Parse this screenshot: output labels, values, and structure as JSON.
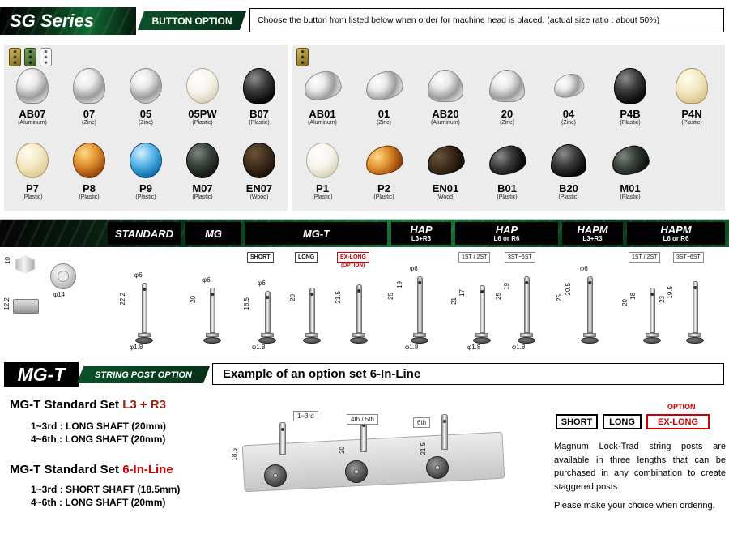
{
  "colors": {
    "brand_green": "#0f6b33",
    "alert_red": "#cc0000",
    "maroon_red": "#9b1a0a"
  },
  "header": {
    "series": "SG Series",
    "option_label": "BUTTON OPTION",
    "instruction": "Choose the button from listed below when order for machine head is placed.  (actual size ratio :  about 50%)"
  },
  "buttons_left": [
    {
      "code": "AB07",
      "material": "(Aluminum)"
    },
    {
      "code": "07",
      "material": "(Zinc)"
    },
    {
      "code": "05",
      "material": "(Zinc)"
    },
    {
      "code": "05PW",
      "material": "(Plastic)"
    },
    {
      "code": "B07",
      "material": "(Plastic)"
    },
    {
      "code": "P7",
      "material": "(Plastic)"
    },
    {
      "code": "P8",
      "material": "(Plastic)"
    },
    {
      "code": "P9",
      "material": "(Plastic)"
    },
    {
      "code": "M07",
      "material": "(Plastic)"
    },
    {
      "code": "EN07",
      "material": "(Wood)"
    }
  ],
  "buttons_right": [
    {
      "code": "AB01",
      "material": "(Aluminum)"
    },
    {
      "code": "01",
      "material": "(Zinc)"
    },
    {
      "code": "AB20",
      "material": "(Aluminum)"
    },
    {
      "code": "20",
      "material": "(Zinc)"
    },
    {
      "code": "04",
      "material": "(Zinc)"
    },
    {
      "code": "P4B",
      "material": "(Plastic)"
    },
    {
      "code": "P4N",
      "material": "(Plastic)"
    },
    {
      "code": "P1",
      "material": "(Plastic)"
    },
    {
      "code": "P2",
      "material": "(Plastic)"
    },
    {
      "code": "EN01",
      "material": "(Wood)"
    },
    {
      "code": "B01",
      "material": "(Plastic)"
    },
    {
      "code": "B20",
      "material": "(Plastic)"
    },
    {
      "code": "M01",
      "material": "(Plastic)"
    }
  ],
  "spec": {
    "col_standard": "STANDARD",
    "col_mg": "MG",
    "col_mgt": "MG-T",
    "col_hap1_t": "HAP",
    "col_hap1_s": "L3+R3",
    "col_hap2_t": "HAP",
    "col_hap2_s": "L6 or R6",
    "col_hapm1_t": "HAPM",
    "col_hapm1_s": "L3+R3",
    "col_hapm2_t": "HAPM",
    "col_hapm2_s": "L6 or R6",
    "bushing": {
      "height": "10",
      "side": "12.2",
      "washer_dia": "φ14"
    },
    "standard": {
      "dia": "φ6",
      "len": "22.2",
      "tip": "φ1.8"
    },
    "mg": {
      "dia": "φ6",
      "len": "20"
    },
    "mgt": {
      "tag_short": "SHORT",
      "tag_long": "LONG",
      "tag_ex": "EX-LONG",
      "tag_opt": "(OPTION)",
      "dia": "φ6",
      "len_short": "18.5",
      "len_long": "20",
      "len_ex": "21.5",
      "tip": "φ1.8"
    },
    "hap_l3r3": {
      "dia": "φ6",
      "up": "19",
      "len": "25",
      "tip": "φ1.8"
    },
    "hap_l6r6": {
      "tag_a": "1ST / 2ST",
      "tag_b": "3ST~6ST",
      "a_up": "17",
      "a_len": "21",
      "a_tip": "φ1.8",
      "b_up": "19",
      "b_len": "25",
      "b_tip": "φ1.8"
    },
    "hapm_l3r3": {
      "dia": "φ6",
      "up": "20.5",
      "len": "25"
    },
    "hapm_l6r6": {
      "tag_a": "1ST / 2ST",
      "tag_b": "3ST~6ST",
      "a_up": "18",
      "a_len": "20",
      "b_up": "19.5",
      "b_len": "23"
    }
  },
  "mgt_section": {
    "title": "MG-T",
    "subtitle": "STRING POST OPTION",
    "example_title": "Example of an option set 6-In-Line",
    "set1_prefix": "MG-T Standard Set ",
    "set1_highlight": "L3 + R3",
    "set1_line1": "1~3rd : LONG SHAFT (20mm)",
    "set1_line2": "4~6th : LONG SHAFT (20mm)",
    "set2_prefix": "MG-T Standard Set ",
    "set2_highlight": "6-In-Line",
    "set2_line1": "1~3rd : SHORT SHAFT (18.5mm)",
    "set2_line2": "4~6th : LONG SHAFT (20mm)",
    "label_1_3": "1~3rd",
    "label_4_5": "4th / 5th",
    "label_6": "6th",
    "dim_left": "18.5",
    "dim_mid": "20",
    "dim_right": "21.5",
    "option_tag": "OPTION",
    "box_short": "SHORT",
    "box_long": "LONG",
    "box_exlong": "EX-LONG",
    "note": "Magnum Lock-Trad string posts are available in three lengths that can be purchased in any combination to create staggered posts.",
    "note2": "Please make your choice when ordering."
  }
}
